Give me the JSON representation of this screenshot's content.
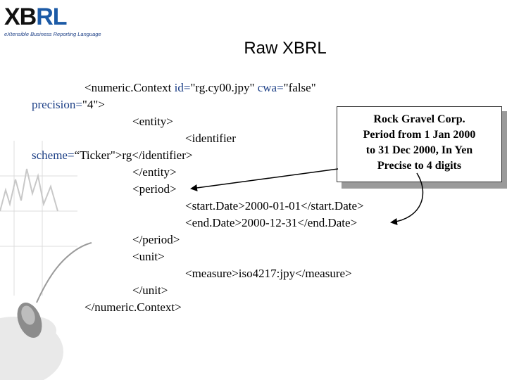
{
  "logo": {
    "wordmark_main": "XB",
    "wordmark_accent": "RL",
    "tagline": "eXtensible Business Reporting Language"
  },
  "slide": {
    "title": "Raw XBRL"
  },
  "code_lines": {
    "l1_tag": "<numeric.Context ",
    "l1_attr1": "id=",
    "l1_val1": "\"rg.cy00.jpy\" ",
    "l1_attr2": "cwa=",
    "l1_val2": "\"false\"",
    "l2_attr": "precision=",
    "l2_val": "\"4\">",
    "l3": "<entity>",
    "l4": "<identifier",
    "l5_attr": "scheme=",
    "l5_val": "“Ticker\">rg</identifier>",
    "l6": "</entity>",
    "l7": "<period>",
    "l8": "<start.Date>2000-01-01</start.Date>",
    "l9": "<end.Date>2000-12-31</end.Date>",
    "l10": "</period>",
    "l11": "<unit>",
    "l12": "<measure>iso4217:jpy</measure>",
    "l13": "</unit>",
    "l14": "</numeric.Context>"
  },
  "callout": {
    "line1": "Rock Gravel Corp.",
    "line2": "Period from 1 Jan 2000",
    "line3": "to 31 Dec 2000, In Yen",
    "line4": "Precise to 4 digits"
  },
  "colors": {
    "attribute": "#1c3f86",
    "logo_accent": "#1c5aa6"
  }
}
